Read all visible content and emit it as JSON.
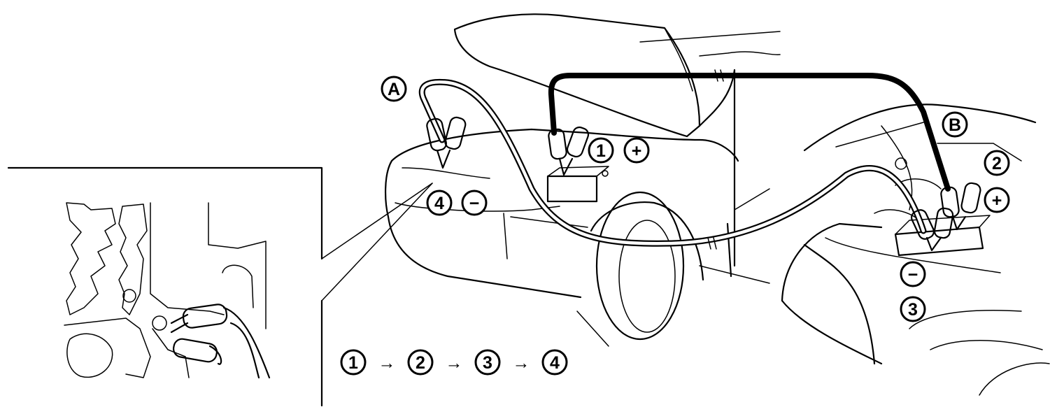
{
  "labels": {
    "cable_a": "A",
    "cable_b": "B"
  },
  "steps": {
    "step1": "1",
    "step2": "2",
    "step3": "3",
    "step4": "4"
  },
  "polarity": {
    "plus": "+",
    "minus": "−"
  },
  "sequence": {
    "items": [
      "1",
      "2",
      "3",
      "4"
    ],
    "arrow": "→"
  }
}
